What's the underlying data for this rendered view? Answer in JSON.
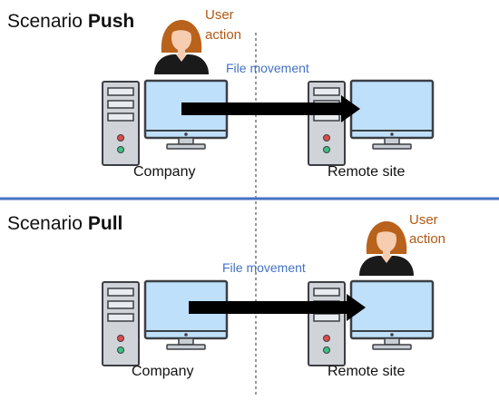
{
  "colors": {
    "divider": "#4472c4",
    "file_movement": "#4472c4",
    "user_action": "#b05a14",
    "screen": "#bfe0fb",
    "case": "#d0d4d8",
    "arrow": "#000000"
  },
  "icons": [
    "computer-tower-icon",
    "monitor-icon",
    "user-woman-icon",
    "arrow-right-icon"
  ],
  "scenarios": [
    {
      "title_prefix": "Scenario",
      "title_bold": "Push",
      "user_action": [
        "User",
        "action"
      ],
      "file_movement": "File movement",
      "left_label": "Company",
      "right_label": "Remote site",
      "user_at": "left"
    },
    {
      "title_prefix": "Scenario",
      "title_bold": "Pull",
      "user_action": [
        "User",
        "action"
      ],
      "file_movement": "File movement",
      "left_label": "Company",
      "right_label": "Remote site",
      "user_at": "right"
    }
  ]
}
